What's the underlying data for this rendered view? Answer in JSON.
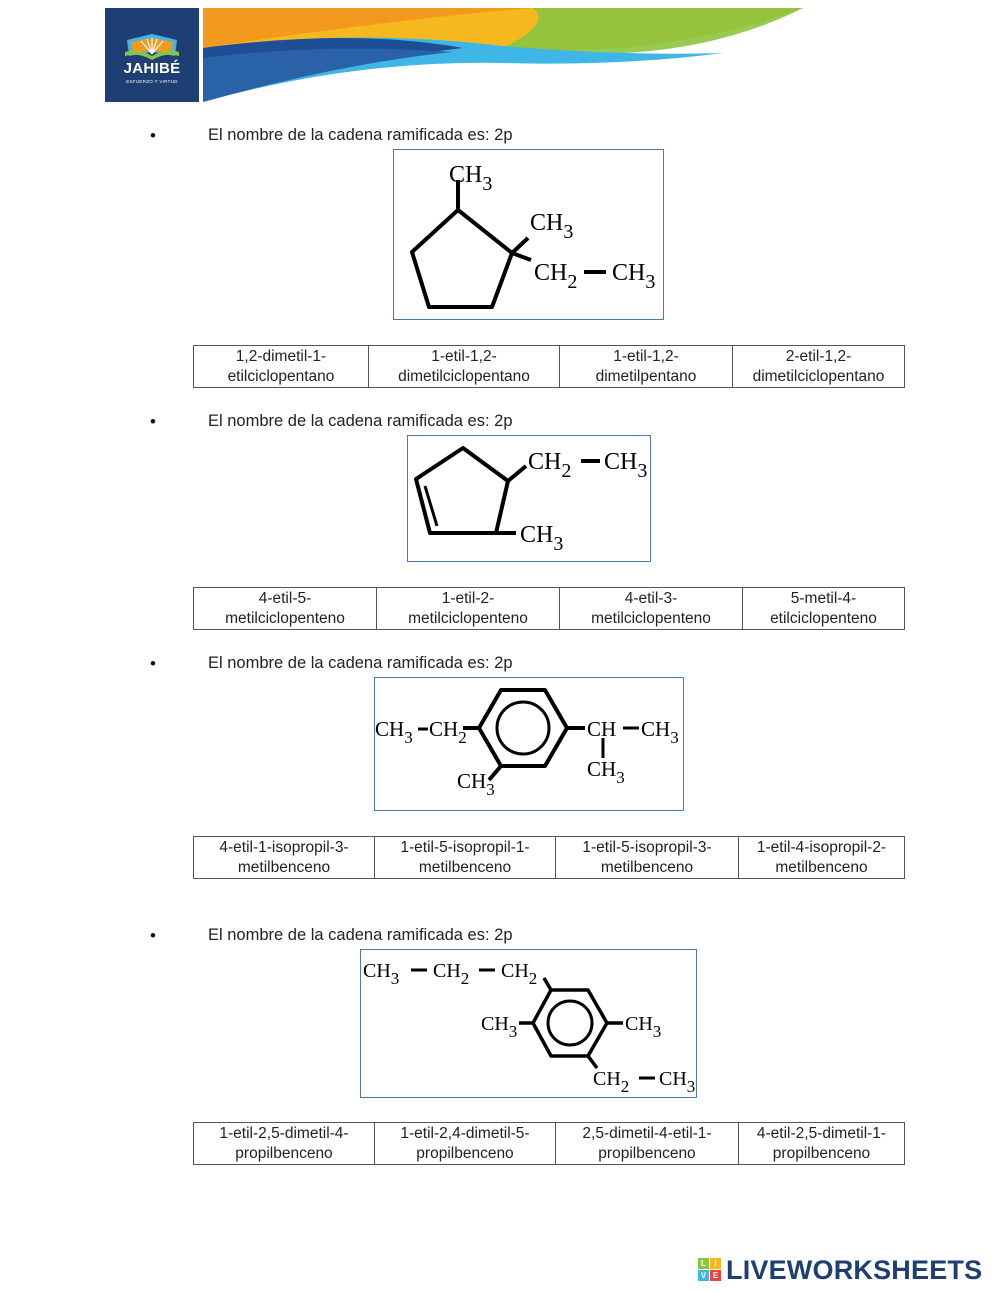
{
  "header": {
    "logo_title": "JAHIBÉ",
    "logo_subtitle": "ESFUERZO Y VIRTUD",
    "colors": {
      "navy": "#1d3f73",
      "blue": "#2a62a8",
      "orange": "#f39a1e",
      "yellow": "#f6b81f",
      "green": "#8cc43f",
      "cyan": "#3fb7e6"
    }
  },
  "questions": [
    {
      "bullet": "•",
      "prompt": "El nombre de la cadena ramificada es: 2p",
      "molecule": {
        "name": "cyclopentane-1-ethyl-1,2-dimethyl",
        "labels": [
          "CH3",
          "CH3",
          "CH2",
          "CH3"
        ]
      },
      "options": [
        "1,2-dimetil-1-etilciclopentano",
        "1-etil-1,2-dimetilciclopentano",
        "1-etil-1,2-dimetilpentano",
        "2-etil-1,2-dimetilciclopentano"
      ],
      "options_lines": [
        [
          "1,2-dimetil-1-",
          "etilciclopentano"
        ],
        [
          "1-etil-1,2-",
          "dimetilciclopentano"
        ],
        [
          "1-etil-1,2-",
          "dimetilpentano"
        ],
        [
          "2-etil-1,2-",
          "dimetilciclopentano"
        ]
      ]
    },
    {
      "bullet": "•",
      "prompt": "El nombre de la cadena ramificada es: 2p",
      "molecule": {
        "name": "cyclopentene-ethyl-methyl",
        "labels": [
          "CH2",
          "CH3",
          "CH3"
        ]
      },
      "options": [
        "4-etil-5-metilciclopenteno",
        "1-etil-2-metilciclopenteno",
        "4-etil-3-metilciclopenteno",
        "5-metil-4-etilciclopenteno"
      ],
      "options_lines": [
        [
          "4-etil-5-",
          "metilciclopenteno"
        ],
        [
          "1-etil-2-",
          "metilciclopenteno"
        ],
        [
          "4-etil-3-",
          "metilciclopenteno"
        ],
        [
          "5-metil-4-",
          "etilciclopenteno"
        ]
      ]
    },
    {
      "bullet": "•",
      "prompt": "El nombre de la cadena ramificada es: 2p",
      "molecule": {
        "name": "benzene-ethyl-isopropyl-methyl",
        "labels": [
          "CH3",
          "CH2",
          "CH",
          "CH3",
          "CH3",
          "CH3"
        ]
      },
      "options": [
        "4-etil-1-isopropil-3-metilbenceno",
        "1-etil-5-isopropil-1-metilbenceno",
        "1-etil-5-isopropil-3-metilbenceno",
        "1-etil-4-isopropil-2-metilbenceno"
      ],
      "options_lines": [
        [
          "4-etil-1-isopropil-3-",
          "metilbenceno"
        ],
        [
          "1-etil-5-isopropil-1-",
          "metilbenceno"
        ],
        [
          "1-etil-5-isopropil-3-",
          "metilbenceno"
        ],
        [
          "1-etil-4-isopropil-2-",
          "metilbenceno"
        ]
      ]
    },
    {
      "bullet": "•",
      "prompt": "El nombre de la cadena ramificada es: 2p",
      "molecule": {
        "name": "benzene-propyl-dimethyl-ethyl",
        "labels": [
          "CH3",
          "CH2",
          "CH2",
          "CH3",
          "CH3",
          "CH2",
          "CH3"
        ]
      },
      "options": [
        "1-etil-2,5-dimetil-4-propilbenceno",
        "1-etil-2,4-dimetil-5-propilbenceno",
        "2,5-dimetil-4-etil-1-propilbenceno",
        "4-etil-2,5-dimetil-1-propilbenceno"
      ],
      "options_lines": [
        [
          "1-etil-2,5-dimetil-4-",
          "propilbenceno"
        ],
        [
          "1-etil-2,4-dimetil-5-",
          "propilbenceno"
        ],
        [
          "2,5-dimetil-4-etil-1-",
          "propilbenceno"
        ],
        [
          "4-etil-2,5-dimetil-1-",
          "propilbenceno"
        ]
      ]
    }
  ],
  "footer": {
    "brand": "LIVEWORKSHEETS",
    "tiles": [
      "L",
      "I",
      "V",
      "E"
    ]
  }
}
